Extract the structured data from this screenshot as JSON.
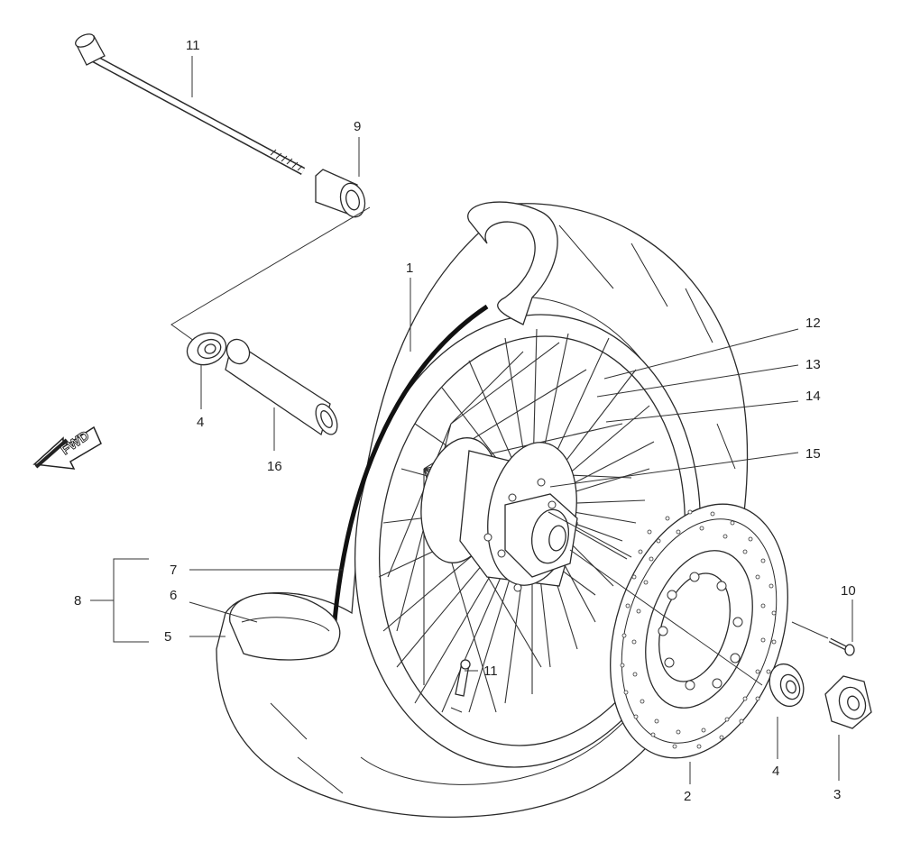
{
  "callouts": {
    "l1": "1",
    "l2": "2",
    "l3": "3",
    "l4a": "4",
    "l4b": "4",
    "l5": "5",
    "l6": "6",
    "l7": "7",
    "l8": "8",
    "l9": "9",
    "l10": "10",
    "l11a": "11",
    "l11b": "11",
    "l12": "12",
    "l13": "13",
    "l14": "14",
    "l15": "15",
    "l16": "16"
  },
  "direction_arrow": {
    "label": "FWD"
  }
}
